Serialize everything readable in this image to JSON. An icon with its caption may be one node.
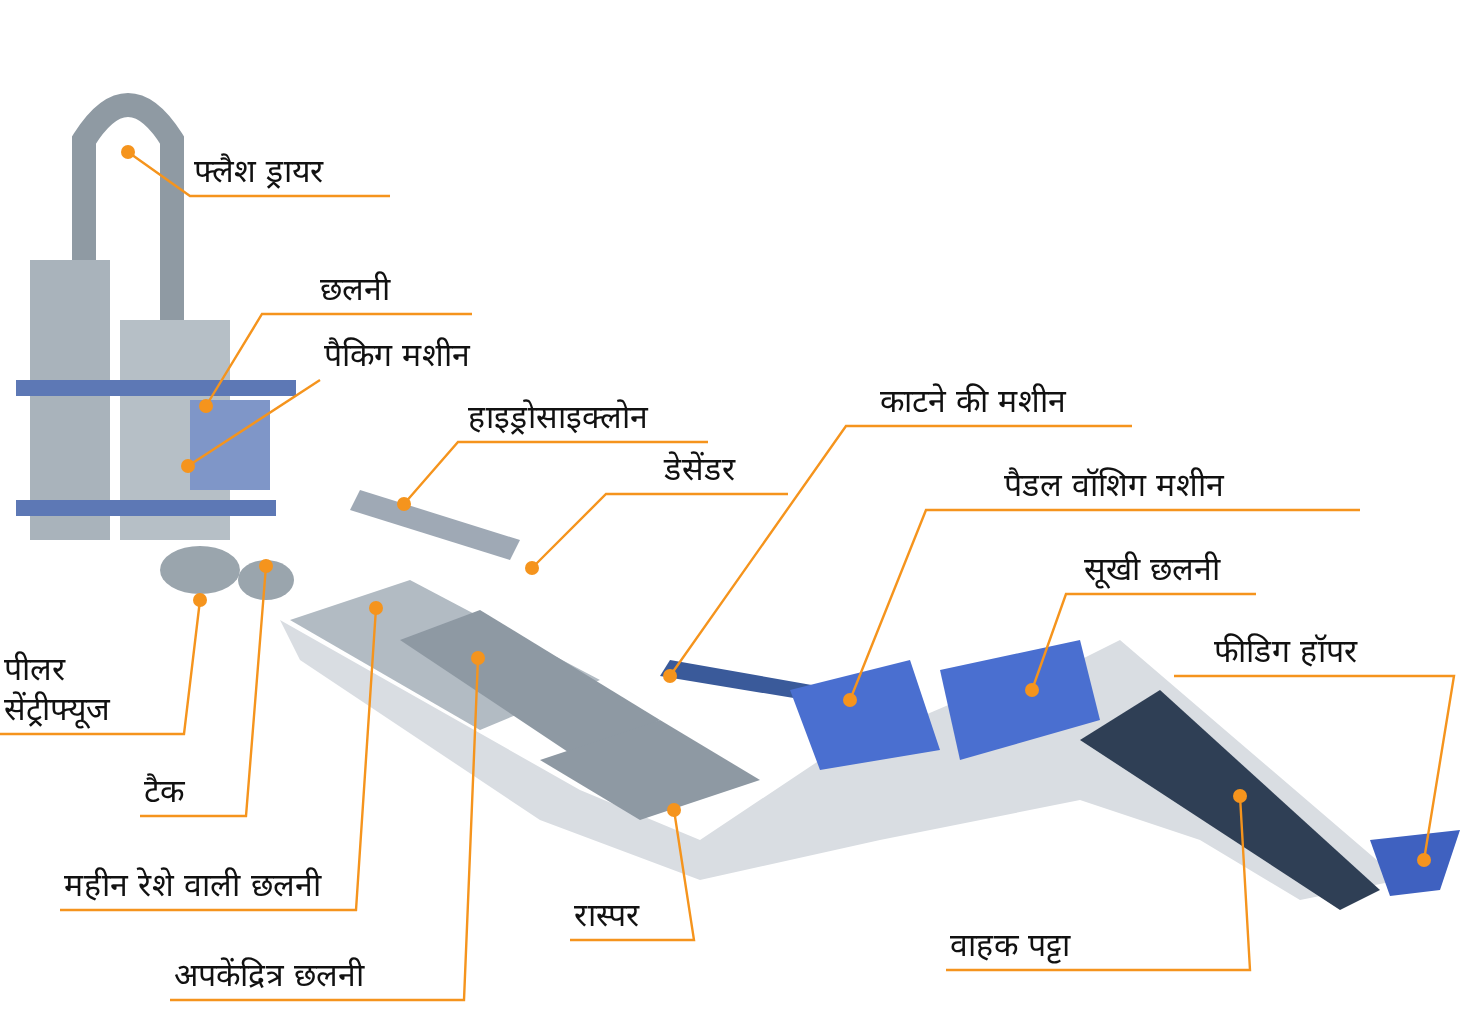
{
  "diagram": {
    "nodes": [
      {
        "text": [
          "फ्लैश ड्रायर"
        ]
      },
      {
        "text": [
          "छलनी"
        ]
      },
      {
        "text": [
          "पैकिग मशीन"
        ]
      },
      {
        "text": [
          "हाइड्रोसाइक्लोन"
        ]
      },
      {
        "text": [
          "डेसेंडर"
        ]
      },
      {
        "text": [
          "काटने की मशीन"
        ]
      },
      {
        "text": [
          "पैडल वॉशिग मशीन"
        ]
      },
      {
        "text": [
          "सूखी छलनी"
        ]
      },
      {
        "text": [
          "फीडिग हॉपर"
        ]
      },
      {
        "text": [
          "पीलर सेंट्रीफ्यूज"
        ]
      },
      {
        "text": [
          "टैक"
        ]
      },
      {
        "text": [
          "महीन रेशे वाली छलनी"
        ]
      },
      {
        "text": [
          "अपकेंद्रित्र छलनी"
        ]
      },
      {
        "text": [
          "रास्पर"
        ]
      },
      {
        "text": [
          "वाहक पट्टा"
        ]
      }
    ],
    "edges": [
      {
        "from": 0,
        "to": null,
        "arrow": "other"
      },
      {
        "from": 1,
        "to": null,
        "arrow": "other"
      },
      {
        "from": 2,
        "to": null,
        "arrow": "other"
      },
      {
        "from": 3,
        "to": null,
        "arrow": "other"
      },
      {
        "from": 4,
        "to": null,
        "arrow": "other"
      },
      {
        "from": 5,
        "to": null,
        "arrow": "other"
      },
      {
        "from": 6,
        "to": null,
        "arrow": "other"
      },
      {
        "from": 7,
        "to": null,
        "arrow": "other"
      },
      {
        "from": 8,
        "to": null,
        "arrow": "other"
      },
      {
        "from": 9,
        "to": null,
        "arrow": "other"
      },
      {
        "from": 10,
        "to": null,
        "arrow": "other"
      },
      {
        "from": 11,
        "to": null,
        "arrow": "other"
      },
      {
        "from": 12,
        "to": null,
        "arrow": "other"
      },
      {
        "from": 13,
        "to": null,
        "arrow": "other"
      },
      {
        "from": 14,
        "to": null,
        "arrow": "other"
      }
    ]
  }
}
